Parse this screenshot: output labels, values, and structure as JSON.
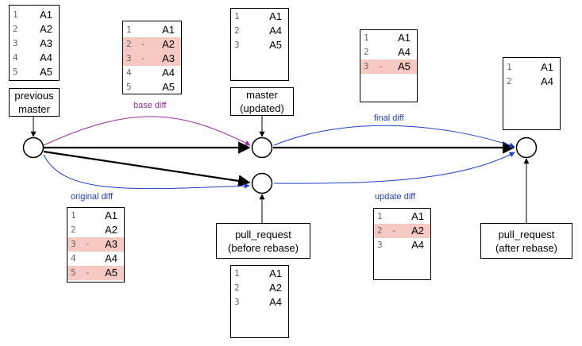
{
  "colors": {
    "base": "#9a2f9a",
    "blue": "#1f3fc8",
    "highlight": "#f6c9c2",
    "line": "#000000"
  },
  "nodes": {
    "previous_master": [
      "previous",
      "master"
    ],
    "master_updated": [
      "master",
      "(updated)"
    ],
    "pr_before": [
      "pull_request",
      "(before rebase)"
    ],
    "pr_after": [
      "pull_request",
      "(after rebase)"
    ]
  },
  "edges": {
    "base_diff": "base diff",
    "original_diff": "original diff",
    "final_diff": "final diff",
    "update_diff": "update diff"
  },
  "tables": {
    "previous_master": [
      {
        "n": "1",
        "m": "",
        "v": "A1",
        "hl": false
      },
      {
        "n": "2",
        "m": "",
        "v": "A2",
        "hl": false
      },
      {
        "n": "3",
        "m": "",
        "v": "A3",
        "hl": false
      },
      {
        "n": "4",
        "m": "",
        "v": "A4",
        "hl": false
      },
      {
        "n": "5",
        "m": "",
        "v": "A5",
        "hl": false
      }
    ],
    "base_diff": [
      {
        "n": "1",
        "m": "",
        "v": "A1",
        "hl": false
      },
      {
        "n": "2",
        "m": "-",
        "v": "A2",
        "hl": true
      },
      {
        "n": "3",
        "m": "-",
        "v": "A3",
        "hl": true
      },
      {
        "n": "4",
        "m": "",
        "v": "A4",
        "hl": false
      },
      {
        "n": "5",
        "m": "",
        "v": "A5",
        "hl": false
      }
    ],
    "master_updated": [
      {
        "n": "1",
        "m": "",
        "v": "A1",
        "hl": false
      },
      {
        "n": "2",
        "m": "",
        "v": "A4",
        "hl": false
      },
      {
        "n": "3",
        "m": "",
        "v": "A5",
        "hl": false
      }
    ],
    "final_diff": [
      {
        "n": "1",
        "m": "",
        "v": "A1",
        "hl": false
      },
      {
        "n": "2",
        "m": "",
        "v": "A4",
        "hl": false
      },
      {
        "n": "3",
        "m": "-",
        "v": "A5",
        "hl": true
      }
    ],
    "pr_after": [
      {
        "n": "1",
        "m": "",
        "v": "A1",
        "hl": false
      },
      {
        "n": "2",
        "m": "",
        "v": "A4",
        "hl": false
      }
    ],
    "original_diff": [
      {
        "n": "1",
        "m": "",
        "v": "A1",
        "hl": false
      },
      {
        "n": "2",
        "m": "",
        "v": "A2",
        "hl": false
      },
      {
        "n": "3",
        "m": "-",
        "v": "A3",
        "hl": true
      },
      {
        "n": "4",
        "m": "",
        "v": "A4",
        "hl": false
      },
      {
        "n": "5",
        "m": "-",
        "v": "A5",
        "hl": true
      }
    ],
    "pr_before": [
      {
        "n": "1",
        "m": "",
        "v": "A1",
        "hl": false
      },
      {
        "n": "2",
        "m": "",
        "v": "A2",
        "hl": false
      },
      {
        "n": "3",
        "m": "",
        "v": "A4",
        "hl": false
      }
    ],
    "update_diff": [
      {
        "n": "1",
        "m": "",
        "v": "A1",
        "hl": false
      },
      {
        "n": "2",
        "m": "-",
        "v": "A2",
        "hl": true
      },
      {
        "n": "3",
        "m": "",
        "v": "A4",
        "hl": false
      }
    ]
  }
}
